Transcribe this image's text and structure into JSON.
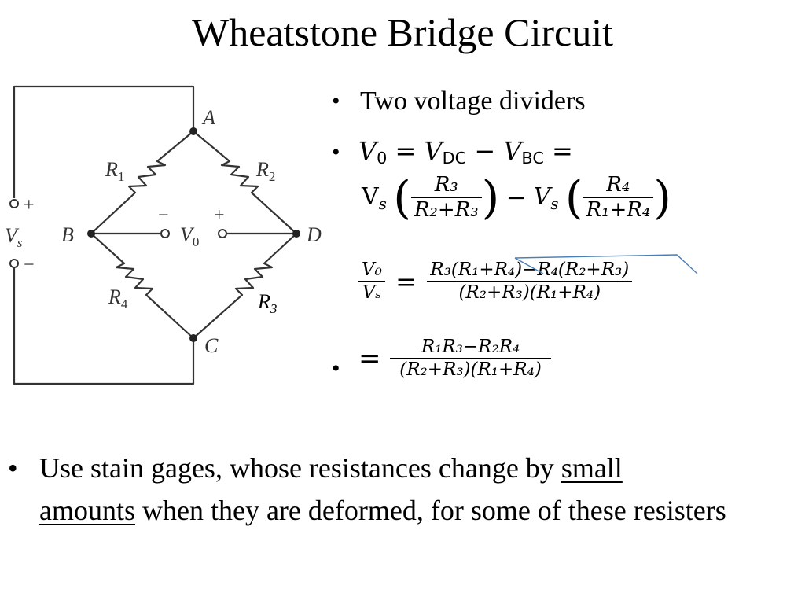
{
  "title": "Wheatstone Bridge Circuit",
  "circuit": {
    "node_a": "A",
    "node_b": "B",
    "node_c": "C",
    "node_d": "D",
    "r1": "R",
    "r1_sub": "1",
    "r2": "R",
    "r2_sub": "2",
    "r3": "R",
    "r3_sub": "3",
    "r4": "R",
    "r4_sub": "4",
    "vs": "V",
    "vs_sub": "s",
    "v0": "V",
    "v0_sub": "0",
    "plus": "+",
    "minus": "−"
  },
  "bullets": {
    "b1": "Two voltage dividers",
    "b2_lhs": "V",
    "b2_lhs_sub": "0",
    "b2_vdc": "V",
    "b2_vdc_sub": "DC",
    "b2_vbc": "V",
    "b2_vbc_sub": "BC",
    "b2_vs_upright": "V",
    "b2_s": "s",
    "b2_f1_num": "R₃",
    "b2_f1_den": "R₂+R₃",
    "b2_f2_num": "R₄",
    "b2_f2_den": "R₁+R₄",
    "ratio_num": "V₀",
    "ratio_den": "Vₛ",
    "ratio_rhs_num": "R₃(R₁+R₄)−R₄(R₂+R₃)",
    "ratio_rhs_den": "(R₂+R₃)(R₁+R₄)",
    "b3_num": "R₁R₃−R₂R₄",
    "b3_den": "(R₂+R₃)(R₁+R₄)",
    "bottom_pre": "Use stain gages, whose resistances change by ",
    "bottom_u1": "small",
    "bottom_u2": "amounts",
    "bottom_post": " when they are deformed, for some of these resisters"
  },
  "symbols": {
    "bullet": "•",
    "eq": "=",
    "minus": "−",
    "lparen": "(",
    "rparen": ")"
  },
  "colors": {
    "annotation": "#4a7fb5"
  }
}
